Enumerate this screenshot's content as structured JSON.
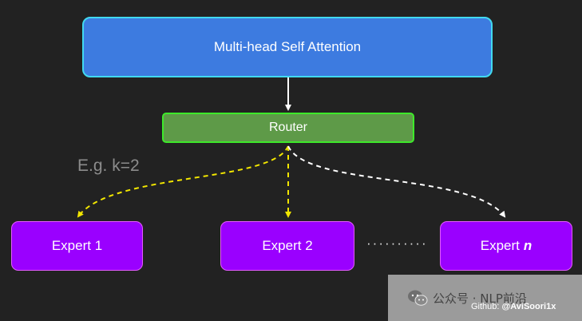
{
  "nodes": {
    "attention_label": "Multi-head Self Attention",
    "router_label": "Router",
    "expert_1_label": "Expert 1",
    "expert_2_label": "Expert 2",
    "expert_n_prefix": "Expert",
    "expert_n_suffix": "n"
  },
  "annotation": {
    "top_k": "E.g. k=2",
    "ellipsis": "··········"
  },
  "watermark": {
    "text": "公众号 · NLP前沿",
    "icon": "wechat-icon"
  },
  "credit": {
    "prefix": "Github: ",
    "handle": "@AviSoori1x"
  },
  "colors": {
    "background": "#222222",
    "attention_fill": "#3d7be0",
    "attention_border": "#41d9f0",
    "router_fill": "#5e9a48",
    "router_border": "#3dea2a",
    "expert_fill": "#9a00ff",
    "selected_arrow": "#f2e600",
    "unselected_arrow": "#ffffff"
  }
}
